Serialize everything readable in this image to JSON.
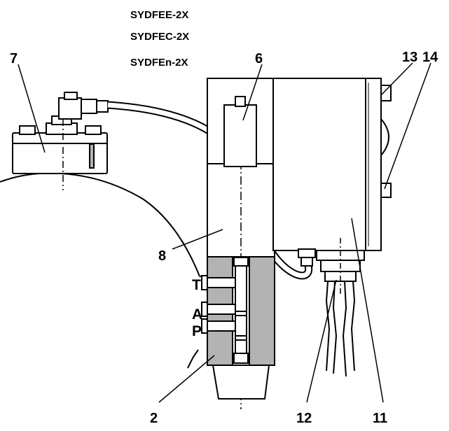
{
  "titles": [
    "SYDFEE-2X",
    "SYDFEC-2X",
    "SYDFEn-2X"
  ],
  "callouts": {
    "c7": "7",
    "c6": "6",
    "c13": "13",
    "c14": "14",
    "c8": "8",
    "c2": "2",
    "c12": "12",
    "c11": "11"
  },
  "ports": {
    "T": "T",
    "A": "A",
    "P": "P"
  },
  "colors": {
    "line": "#000000",
    "hatch": "#b3b3b3",
    "background": "#ffffff"
  }
}
